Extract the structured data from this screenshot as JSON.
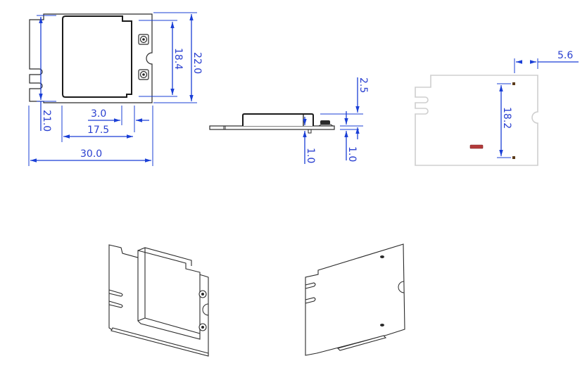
{
  "drawing": {
    "subject": "M.2 2230 module mechanical drawing",
    "colors": {
      "dimension": "#1a3fd6",
      "outline": "#2a2a2a",
      "bottom_outline": "#cfcfcf",
      "pin_header": "#b33a3a",
      "pad": "#5a3a1a"
    },
    "views": {
      "top": {
        "label": "top-view",
        "dimensions": {
          "total_height": "22.0",
          "connector_spacing": "18.4",
          "shield_height": "21.0",
          "connector_offset": "3.0",
          "shield_width": "17.5",
          "total_length": "30.0"
        }
      },
      "side": {
        "label": "side-view",
        "dimensions": {
          "total_thickness": "2.5",
          "pcb_thickness": "1.0",
          "connector_height": "1.0"
        }
      },
      "bottom": {
        "label": "bottom-view",
        "dimensions": {
          "edge_offset": "5.6",
          "pad_spacing": "18.2"
        }
      },
      "iso_top": {
        "label": "isometric-top-view"
      },
      "iso_bottom": {
        "label": "isometric-bottom-view"
      }
    }
  }
}
